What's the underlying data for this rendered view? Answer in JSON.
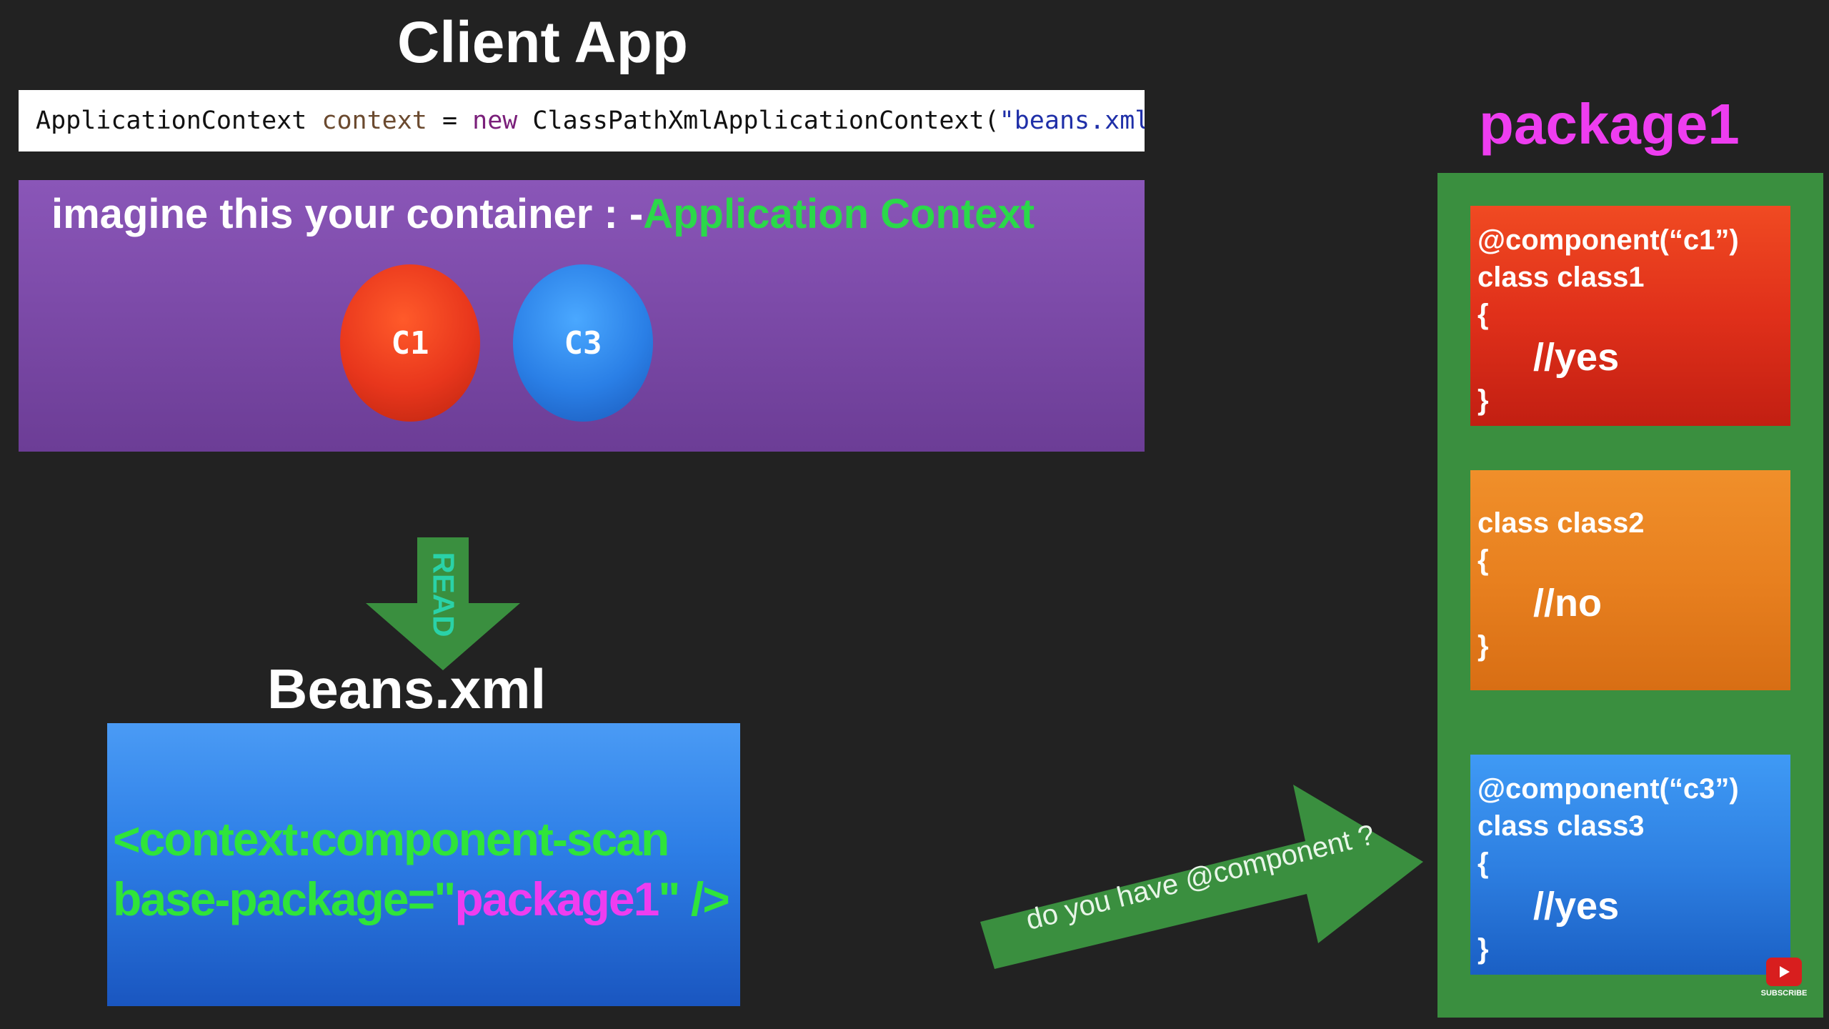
{
  "client": {
    "title": "Client App"
  },
  "code": {
    "type": "ApplicationContext",
    "var": "context",
    "eq": "=",
    "kw_new": "new",
    "cls": "ClassPathXmlApplicationContext(",
    "str": "\"beans.xml\"",
    "end": ");"
  },
  "container": {
    "caption_prefix": "imagine this your container : -",
    "caption_accent": "Application Context",
    "beans": [
      {
        "label": "C1",
        "color": "#e8361c"
      },
      {
        "label": "C3",
        "color": "#2a7fe6"
      }
    ]
  },
  "read_arrow": {
    "label": "READ",
    "color": "#3a8f3f",
    "label_color": "#2ad2a8"
  },
  "beans_xml": {
    "title": "Beans.xml",
    "line1": "<context:component-scan",
    "line2_prefix": "base-package=\"",
    "line2_value": "package1",
    "line2_suffix": "\" />"
  },
  "scan_arrow": {
    "label": "do you have @component ?",
    "color": "#3a8f3f"
  },
  "package": {
    "title": "package1",
    "title_color": "#ee3df0",
    "classes": [
      {
        "annotation": "@component(“c1”)",
        "decl": "class class1",
        "open": "{",
        "comment": "//yes",
        "close": "}"
      },
      {
        "annotation": "",
        "decl": "class class2",
        "open": "{",
        "comment": "//no",
        "close": "}"
      },
      {
        "annotation": "@component(“c3”)",
        "decl": "class class3",
        "open": "{",
        "comment": "//yes",
        "close": "}"
      }
    ]
  },
  "subscribe": {
    "label": "SUBSCRIBE",
    "icon": "play-icon"
  }
}
